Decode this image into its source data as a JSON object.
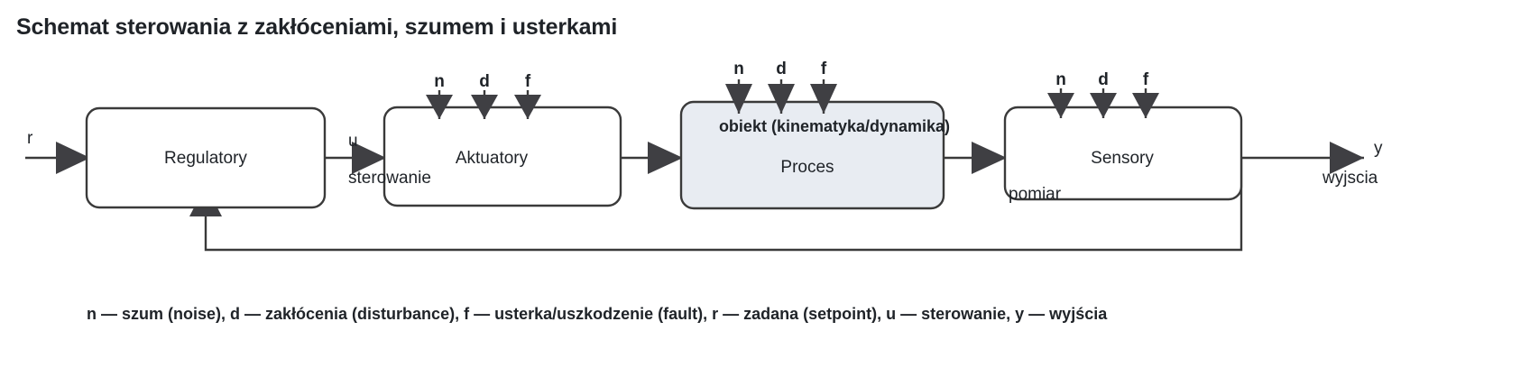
{
  "title": "Schemat sterowania z zakłóceniami, szumem i usterkami",
  "diagram": {
    "type": "block-diagram",
    "blocks": [
      {
        "id": "controller",
        "label": "Regulatory",
        "sublabel": "",
        "accent": false
      },
      {
        "id": "actuators",
        "label": "Aktuatory",
        "sublabel": "",
        "accent": false
      },
      {
        "id": "process",
        "label": "Proces",
        "sublabel": "obiekt (kinematyka/dynamika)",
        "accent": true
      },
      {
        "id": "sensors",
        "label": "Sensory",
        "sublabel": "",
        "accent": false
      }
    ],
    "signals": {
      "setpoint": "r",
      "control": "u",
      "control_caption": "sterowanie",
      "measurement_caption": "pomiar",
      "output": "y",
      "output_caption": "wyjscia"
    },
    "disturbances": {
      "noise": "n",
      "disturbance": "d",
      "fault": "f",
      "groups": [
        "actuators",
        "process",
        "sensors"
      ]
    },
    "accent_color": "#e8ecf2",
    "line_color": "#3a3a3a",
    "arrow_color": "#3f3f43"
  },
  "legend": "n — szum (noise), d — zakłócenia (disturbance), f — usterka/uszkodzenie (fault), r — zadana (setpoint), u — sterowanie, y — wyjścia"
}
